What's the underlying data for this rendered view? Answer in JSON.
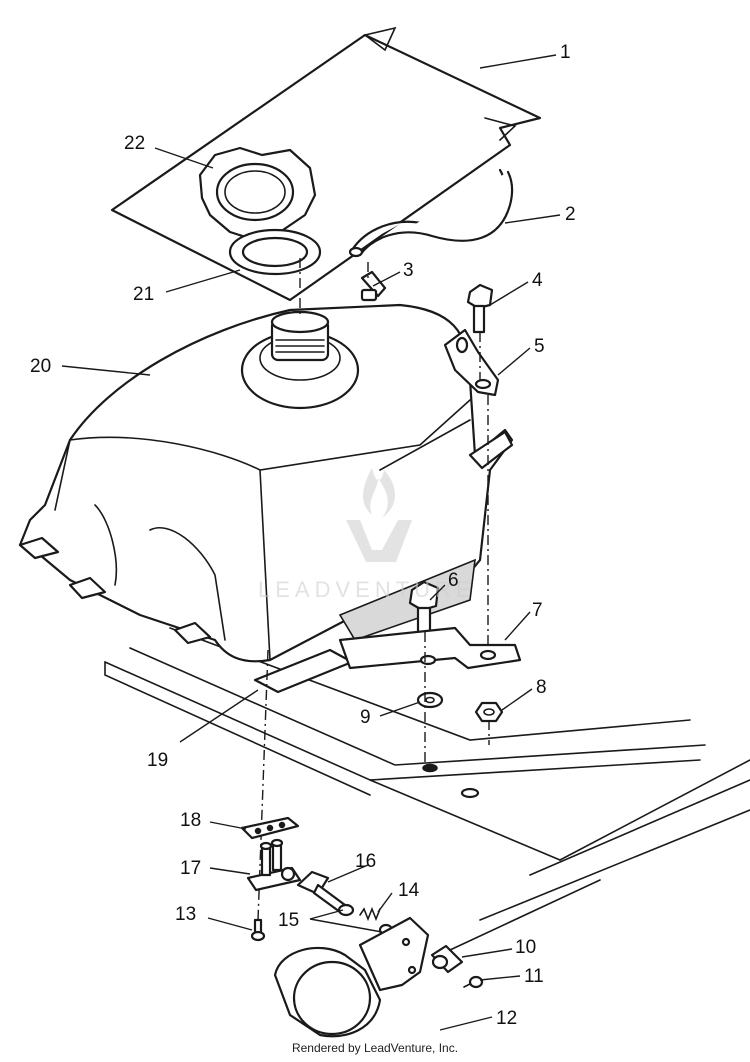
{
  "diagram": {
    "callouts": [
      {
        "id": "1",
        "label": "1"
      },
      {
        "id": "2",
        "label": "2"
      },
      {
        "id": "3",
        "label": "3"
      },
      {
        "id": "4",
        "label": "4"
      },
      {
        "id": "5",
        "label": "5"
      },
      {
        "id": "6",
        "label": "6"
      },
      {
        "id": "7",
        "label": "7"
      },
      {
        "id": "8",
        "label": "8"
      },
      {
        "id": "9",
        "label": "9"
      },
      {
        "id": "10",
        "label": "10"
      },
      {
        "id": "11",
        "label": "11"
      },
      {
        "id": "12",
        "label": "12"
      },
      {
        "id": "13",
        "label": "13"
      },
      {
        "id": "14",
        "label": "14"
      },
      {
        "id": "15",
        "label": "15"
      },
      {
        "id": "16",
        "label": "16"
      },
      {
        "id": "17",
        "label": "17"
      },
      {
        "id": "18",
        "label": "18"
      },
      {
        "id": "19",
        "label": "19"
      },
      {
        "id": "20",
        "label": "20"
      },
      {
        "id": "21",
        "label": "21"
      },
      {
        "id": "22",
        "label": "22"
      }
    ]
  },
  "watermark": {
    "text": "LEADVENTURE"
  },
  "footer": {
    "text": "Rendered by LeadVenture, Inc."
  }
}
